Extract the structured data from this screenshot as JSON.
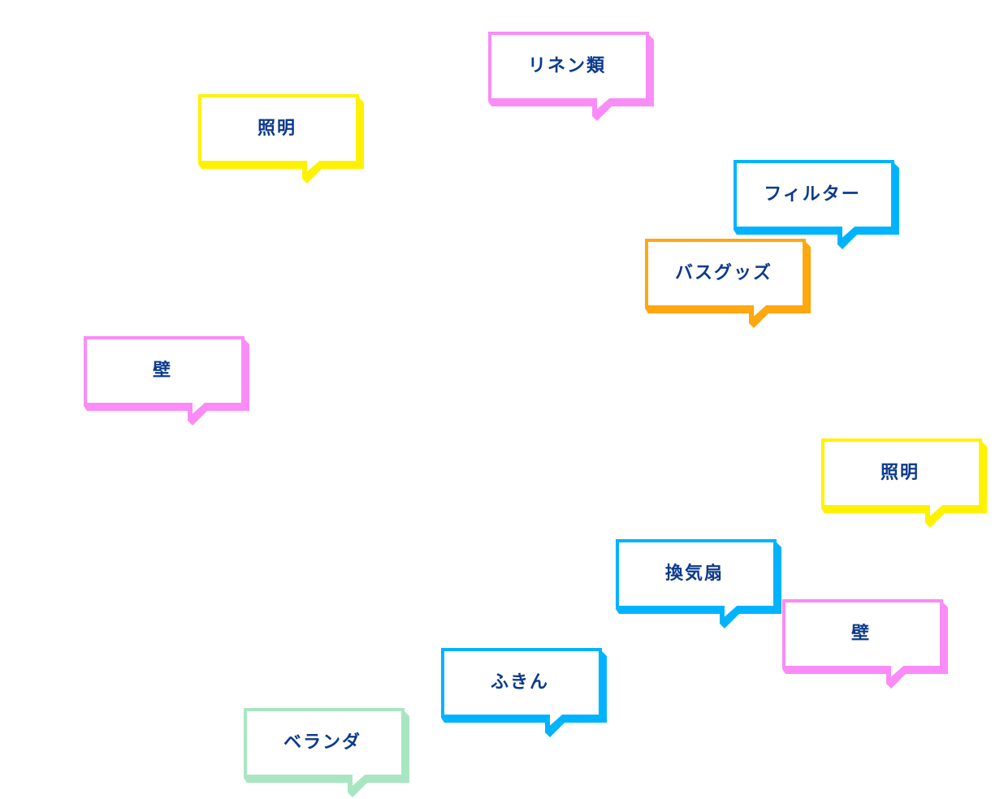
{
  "bubbles": [
    {
      "label": "リネン類",
      "color": "#fa8cf7"
    },
    {
      "label": "照明",
      "color": "#fff200"
    },
    {
      "label": "フィルター",
      "color": "#00b3ff"
    },
    {
      "label": "バスグッズ",
      "color": "#ffa70f"
    },
    {
      "label": "壁",
      "color": "#fa8cf7"
    },
    {
      "label": "照明",
      "color": "#fff200"
    },
    {
      "label": "換気扇",
      "color": "#00b3ff"
    },
    {
      "label": "壁",
      "color": "#fa8cf7"
    },
    {
      "label": "ふきん",
      "color": "#00b3ff"
    },
    {
      "label": "ベランダ",
      "color": "#a8e6c2"
    }
  ]
}
